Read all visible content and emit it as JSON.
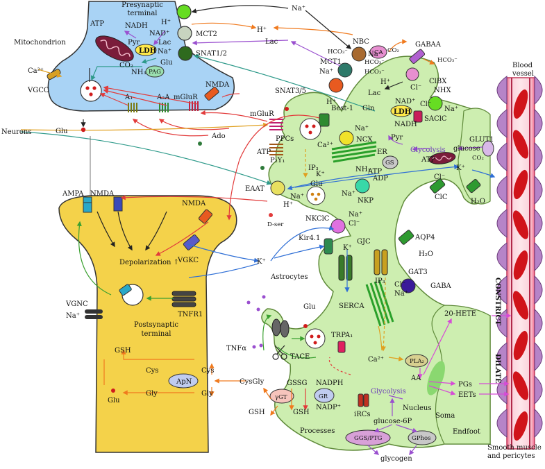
{
  "colors": {
    "presynaptic_fill": "#a9d3f5",
    "postsynaptic_fill": "#f4d24a",
    "astrocyte_fill": "#cdeeb0",
    "astrocyte_stroke": "#5f8a3a",
    "vessel_wall": "#e87090",
    "vessel_lumen": "#fbd6dd",
    "pericyte": "#b684c8",
    "rbc": "#d0141a",
    "arrow_red": "#e23b3b",
    "arrow_blue": "#2f6fd6",
    "arrow_green": "#3aa030",
    "arrow_orange": "#f07a1e",
    "arrow_purple": "#9a4fcf",
    "arrow_black": "#222222",
    "arrow_teal": "#2e9a8a",
    "arrow_gold": "#e0a020",
    "arrow_magenta": "#d64bd6"
  },
  "presynaptic": {
    "title_line1": "Presynaptic",
    "title_line2": "terminal",
    "mito_label": "Mitochondrion",
    "atp": "ATP",
    "nadh": "NADH",
    "nad": "NAD⁺",
    "h_plus": "H⁺",
    "pyr": "Pyr",
    "lac": "Lac",
    "ldh": "LDH",
    "na_plus": "Na⁺",
    "co2": "CO₂",
    "glu": "Glu",
    "nh3": "NH₃",
    "pag": "PAG",
    "mct2": "MCT2",
    "snat12": "SNAT1/2",
    "ca2": "Ca²⁺",
    "vgcc": "VGCC",
    "a1": "A₁",
    "a2a": "A₂A",
    "mglur": "mGluR",
    "nmda": "NMDA"
  },
  "synapse": {
    "neurons": "Neurons",
    "glu": "Glu",
    "ado": "Ado",
    "dser": "D-ser",
    "atp": "ATP"
  },
  "postsynaptic": {
    "ampa": "AMPA",
    "nmda_top": "NMDA",
    "nmda_side": "NMDA",
    "depol": "Depolarization ↑",
    "vgkc": "VGKC",
    "k_plus": "K⁺",
    "tnfr1": "TNFR1",
    "vgnc": "VGNC",
    "na_plus": "Na⁺",
    "title_line1": "Postsynaptic",
    "title_line2": "terminal",
    "gsh_top": "GSH",
    "cys_left": "Cys",
    "cys_right": "Cys",
    "apn": "ApN",
    "gly_left": "Gly",
    "gly_right": "Gly",
    "glu": "Glu",
    "cysgly": "CysGly",
    "gsh_out": "GSH"
  },
  "astrocyte": {
    "na_plus_top": "Na⁺",
    "h_plus": "H⁺",
    "lac": "Lac",
    "nbc": "NBC",
    "hco3a": "HCO₃⁻",
    "ca": "CA",
    "co2a": "CO₂",
    "gabaa": "GABAA",
    "hco3b": "HCO₃⁻",
    "mct1": "MCT1",
    "hco3c": "HCO₃⁻",
    "na_plus_mid": "Na⁺",
    "hco3d": "HCO₃⁻",
    "clbx": "ClBX",
    "na_h": "Na⁺",
    "h_h": "H⁺",
    "cl_a": "Cl⁻",
    "nhx": "NHX",
    "snat35": "SNAT3/5",
    "gln": "Gln",
    "lac2": "Lac",
    "nad_plus": "NAD⁺",
    "ldh": "LDH",
    "nadh": "NADH",
    "pyr": "Pyr",
    "cl_b": "Cl⁻",
    "na_b": "Na⁺",
    "saclc": "SAClC",
    "best1": "Best-1",
    "mglur": "mGluR",
    "ppcs": "PPCs",
    "na_ncx": "Na⁺",
    "ncx": "NCX",
    "ca_ncx": "Ca²⁺",
    "er": "ER",
    "p2y1": "P₂Y₁",
    "ip3": "IP₃",
    "glycolysis": "Glycolysis",
    "glucose": "glucose",
    "glut1": "GLUT1",
    "atp_mito": "ATP",
    "co2b": "CO₂",
    "k_plus_a": "K⁺",
    "k_plus_b": "K⁺",
    "nh3": "NH₃",
    "gs": "GS",
    "atp": "ATP",
    "adp": "ADP",
    "eaat": "EAAT",
    "na_eaat": "Na⁺",
    "glu": "Glu",
    "h_eaat": "H⁺",
    "na_nkp": "Na⁺",
    "nkp": "NKP",
    "cl_c": "Cl⁻",
    "clc": "ClC",
    "h2o_a": "H₂O",
    "nkclc": "NKClC",
    "na_nkclc": "Na⁺",
    "cl_nkclc": "Cl⁻",
    "kir41": "Kir4.1",
    "k_kir": "K⁺",
    "gjc": "GJC",
    "aqp4": "AQP4",
    "h2o_b": "H₂O",
    "astrocytes": "Astrocytes",
    "ip3_b": "IP₃",
    "gat3": "GAT3",
    "cl_gat": "Cl⁻",
    "na_gat": "Na⁺",
    "gaba": "GABA",
    "serca": "SERCA"
  },
  "process": {
    "glu": "Glu",
    "trpa1": "TRPA₁",
    "tnfa": "TNFα",
    "tace": "TACE",
    "ca": "Ca²⁺",
    "pla2": "PLA₂",
    "gssg": "GSSG",
    "nadph": "NADPH",
    "ggt": "γGT",
    "gr": "GR",
    "gsh": "GSH",
    "nadp": "NADP⁺",
    "glycolysis": "Glycolysis",
    "ircs": "iRCs",
    "glucose6p": "glucose-6P",
    "ggs_ptg": "GGS/PTG",
    "gphos": "GPhos",
    "glycogen": "glycogen",
    "processes": "Processes",
    "hete": "20-HETE",
    "aa": "AA",
    "pgs": "PGs",
    "eets": "EETs",
    "nucleus": "Nucleus",
    "soma": "Soma",
    "endfoot": "Endfoot"
  },
  "vessel": {
    "label_line1": "Blood",
    "label_line2": "vessel",
    "constrict": "CONSTRICT",
    "dilate": "DILATE",
    "smooth_line1": "Smooth muscle",
    "smooth_line2": "and pericytes"
  }
}
